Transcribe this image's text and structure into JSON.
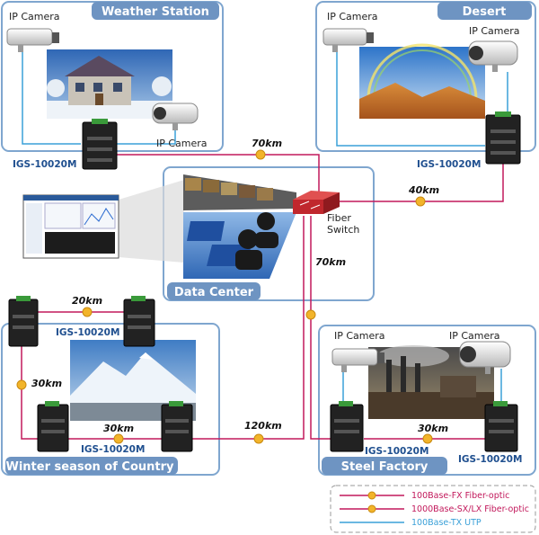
{
  "panels": {
    "weather": {
      "title": "Weather Station"
    },
    "desert": {
      "title": "Desert"
    },
    "datacenter": {
      "title": "Data Center"
    },
    "winter": {
      "title": "Winter season of Country"
    },
    "steel": {
      "title": "Steel Factory"
    }
  },
  "labels": {
    "ip_camera": "IP Camera",
    "device": "IGS-10020M",
    "fiber_switch_line1": "Fiber",
    "fiber_switch_line2": "Switch"
  },
  "distances": {
    "weather_link": "70km",
    "desert_link": "40km",
    "steel_link": "70km",
    "winter_link": "120km",
    "winter_top": "20km",
    "winter_left": "30km",
    "winter_bottom": "30km",
    "steel_bottom": "30km"
  },
  "legend": {
    "fx": "100Base-FX Fiber-optic",
    "sx": "1000Base-SX/LX Fiber-optic",
    "tx": "100Base-TX UTP"
  },
  "colors": {
    "panel_border": "#7fa6cf",
    "panel_title_bg": "#6e94c2",
    "fiber_100": "#c2185b",
    "fiber_1000": "#c2185b",
    "utp": "#3aa0d8",
    "legend_fx_text": "#c2185b",
    "legend_sx_text": "#c2185b",
    "legend_tx_text": "#3aa0d8"
  }
}
